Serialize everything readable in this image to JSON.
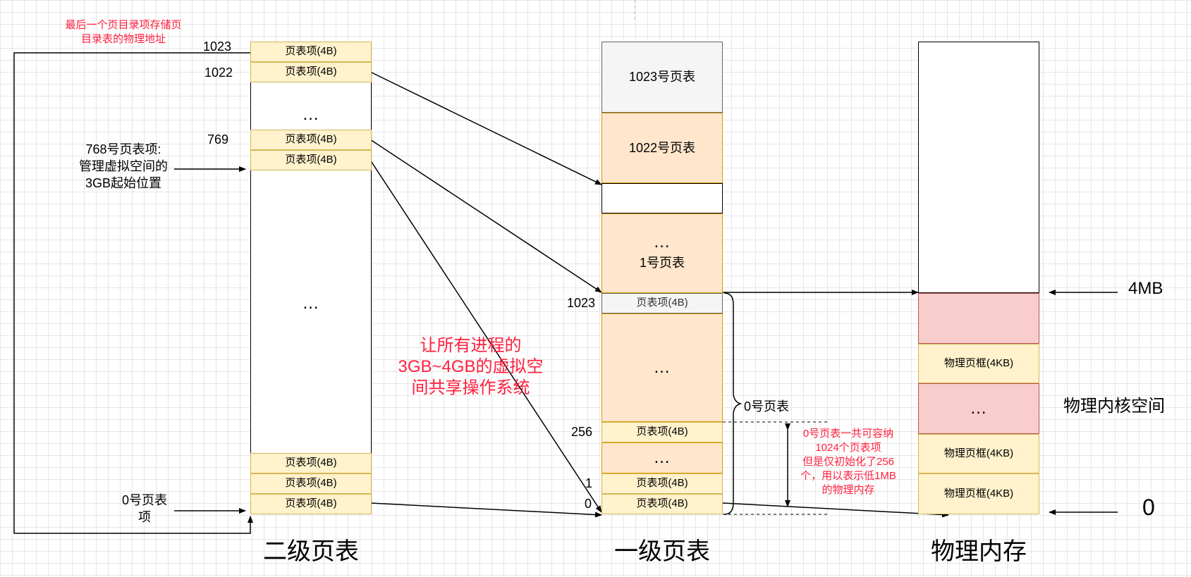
{
  "colors": {
    "entry_fill": "#fff2cc",
    "entry_border": "#d6b656",
    "table_fill": "#ffe6cc",
    "table_border": "#d79b00",
    "kernel_fill": "#f8cecc",
    "kernel_border": "#b85450",
    "gray_fill": "#f5f5f5",
    "annotation_red": "#ff1f3d"
  },
  "titles": {
    "second_level": "二级页表",
    "first_level": "一级页表",
    "physical": "物理内存"
  },
  "pde_table": {
    "entry_label": "页表项(4B)",
    "ellipsis": "…",
    "index_1023": "1023",
    "index_1022": "1022",
    "index_769": "769"
  },
  "pte_area": {
    "table_1023": "1023号页表",
    "table_1022": "1022号页表",
    "ellipsis": "…",
    "table_1": "1号页表",
    "entry_label": "页表项(4B)",
    "index_1023": "1023",
    "index_256": "256",
    "index_1": "1",
    "index_0": "0",
    "table0_brace_label": "0号页表"
  },
  "physical_memory": {
    "frame_label": "物理页框(4KB)",
    "ellipsis": "…",
    "mark_4mb": "4MB",
    "mark_0": "0",
    "kernel_space": "物理内核空间"
  },
  "annotations": {
    "last_pde_line1": "最后一个页目录项存储页",
    "last_pde_line2": "目录表的物理地址",
    "pde768_line1": "768号页表项:",
    "pde768_line2": "管理虚拟空间的",
    "pde768_line3": "3GB起始位置",
    "pde0_line1": "0号页表",
    "pde0_line2": "项",
    "shared_line1": "让所有进程的",
    "shared_line2": "3GB~4GB的虚拟空",
    "shared_line3": "间共享操作系统",
    "table0_note_line1": "0号页表一共可容纳",
    "table0_note_line2": "1024个页表项",
    "table0_note_line3": "但是仅初始化了256",
    "table0_note_line4": "个，用以表示低1MB",
    "table0_note_line5": "的物理内存"
  }
}
